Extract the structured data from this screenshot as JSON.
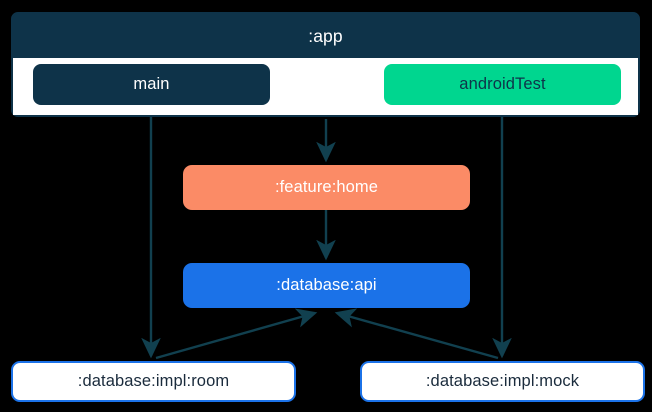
{
  "diagram": {
    "type": "module-dependency-graph",
    "background_color": "#000000",
    "clusters": [
      {
        "id": "app",
        "label": ":app",
        "header_color": "#0E3349",
        "body_color": "#FFFFFF",
        "label_color": "#FFFFFF",
        "source_sets": [
          {
            "id": "main",
            "label": "main",
            "fill": "#0E3349",
            "text_color": "#FFFFFF"
          },
          {
            "id": "androidTest",
            "label": "androidTest",
            "fill": "#00D68F",
            "text_color": "#0E3349"
          }
        ]
      }
    ],
    "nodes": [
      {
        "id": "feature-home",
        "label": ":feature:home",
        "fill": "#FB8B66",
        "text_color": "#FFFFFF",
        "border": "none"
      },
      {
        "id": "database-api",
        "label": ":database:api",
        "fill": "#1B72E8",
        "text_color": "#FFFFFF",
        "border": "none"
      },
      {
        "id": "database-impl-room",
        "label": ":database:impl:room",
        "fill": "#FFFFFF",
        "text_color": "#1A2B3C",
        "border": "#1B72E8"
      },
      {
        "id": "database-impl-mock",
        "label": ":database:impl:mock",
        "fill": "#FFFFFF",
        "text_color": "#1A2B3C",
        "border": "#1B72E8"
      }
    ],
    "edges": [
      {
        "id": "app-to-feature-home",
        "from": ":app",
        "to": ":feature:home",
        "color": "#11404F"
      },
      {
        "id": "main-to-database-impl-room",
        "from": "main",
        "to": ":database:impl:room",
        "color": "#11404F"
      },
      {
        "id": "androidtest-to-database-impl-mock",
        "from": "androidTest",
        "to": ":database:impl:mock",
        "color": "#11404F"
      },
      {
        "id": "feature-home-to-database-api",
        "from": ":feature:home",
        "to": ":database:api",
        "color": "#11404F"
      },
      {
        "id": "database-impl-room-to-database-api",
        "from": ":database:impl:room",
        "to": ":database:api",
        "color": "#11404F"
      },
      {
        "id": "database-impl-mock-to-database-api",
        "from": ":database:impl:mock",
        "to": ":database:api",
        "color": "#11404F"
      }
    ]
  }
}
